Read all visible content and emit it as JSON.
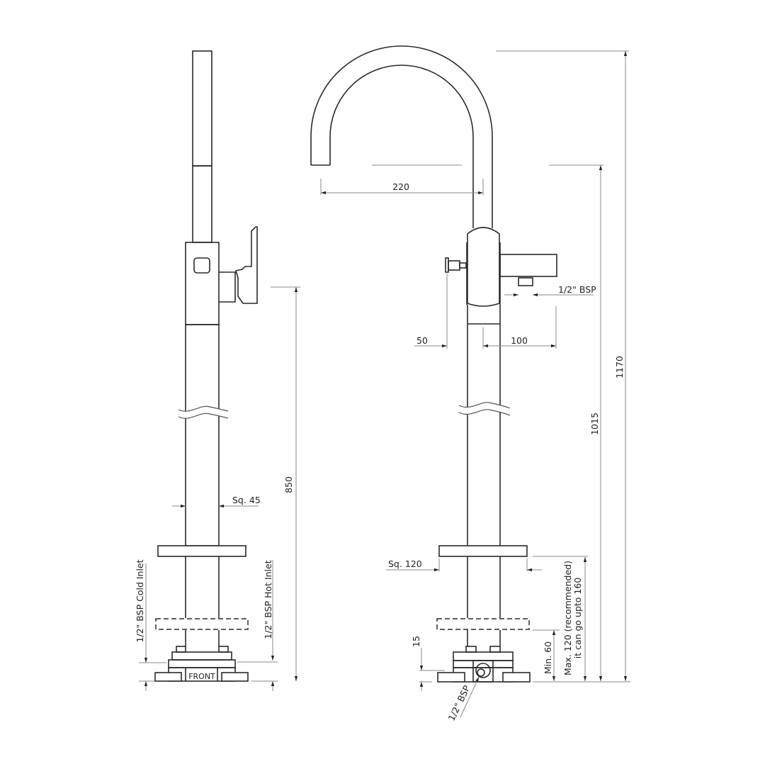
{
  "drawing": {
    "title": "Floor mounted basin mixer - technical drawing",
    "colors": {
      "line": "#2a2a2a",
      "dimension": "#8a8a8a",
      "background": "#ffffff"
    },
    "side_view": {
      "labels": {
        "shaft_width": "Sq. 45",
        "height": "850",
        "cold_inlet": "1/2\" BSP Cold Inlet",
        "hot_inlet": "1/2\" BSP Hot Inlet",
        "front": "FRONT"
      }
    },
    "front_view": {
      "labels": {
        "spout_reach": "220",
        "outlet": "1/2\" BSP",
        "knob_offset": "50",
        "outlet_reach": "100",
        "height_to_spout": "1015",
        "overall_height": "1170",
        "flange": "Sq. 120",
        "base_height": "15",
        "min_height": "Min. 60",
        "max_height_line1": "Max. 120 (recommended)",
        "max_height_line2": "it can go upto 160",
        "inlet": "1/2\" BSP"
      }
    }
  }
}
